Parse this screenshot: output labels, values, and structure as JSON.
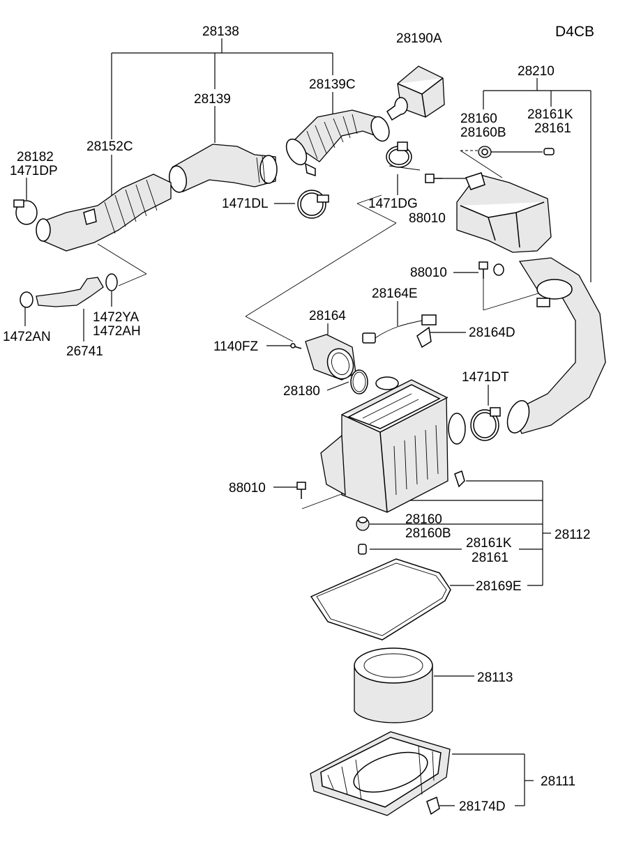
{
  "diagram": {
    "engine_code": "D4CB",
    "labels": {
      "p28138": "28138",
      "p28190A": "28190A",
      "p28210": "28210",
      "p28139": "28139",
      "p28139C": "28139C",
      "p28160_top": "28160",
      "p28160B_top": "28160B",
      "p28161K_top": "28161K",
      "p28161_top": "28161",
      "p28182": "28182",
      "p1471DP": "1471DP",
      "p28152C": "28152C",
      "p1471DL": "1471DL",
      "p1471DG": "1471DG",
      "p88010_a": "88010",
      "p88010_b": "88010",
      "p1472YA": "1472YA",
      "p1472AH": "1472AH",
      "p1472AN": "1472AN",
      "p26741": "26741",
      "p28164E": "28164E",
      "p28164": "28164",
      "p28164D": "28164D",
      "p1140FZ": "1140FZ",
      "p28180": "28180",
      "p1471DT": "1471DT",
      "p88010_c": "88010",
      "p28160_bot": "28160",
      "p28160B_bot": "28160B",
      "p28112": "28112",
      "p28161K_bot": "28161K",
      "p28161_bot": "28161",
      "p28169E": "28169E",
      "p28113": "28113",
      "p28111": "28111",
      "p28174D": "28174D"
    }
  }
}
